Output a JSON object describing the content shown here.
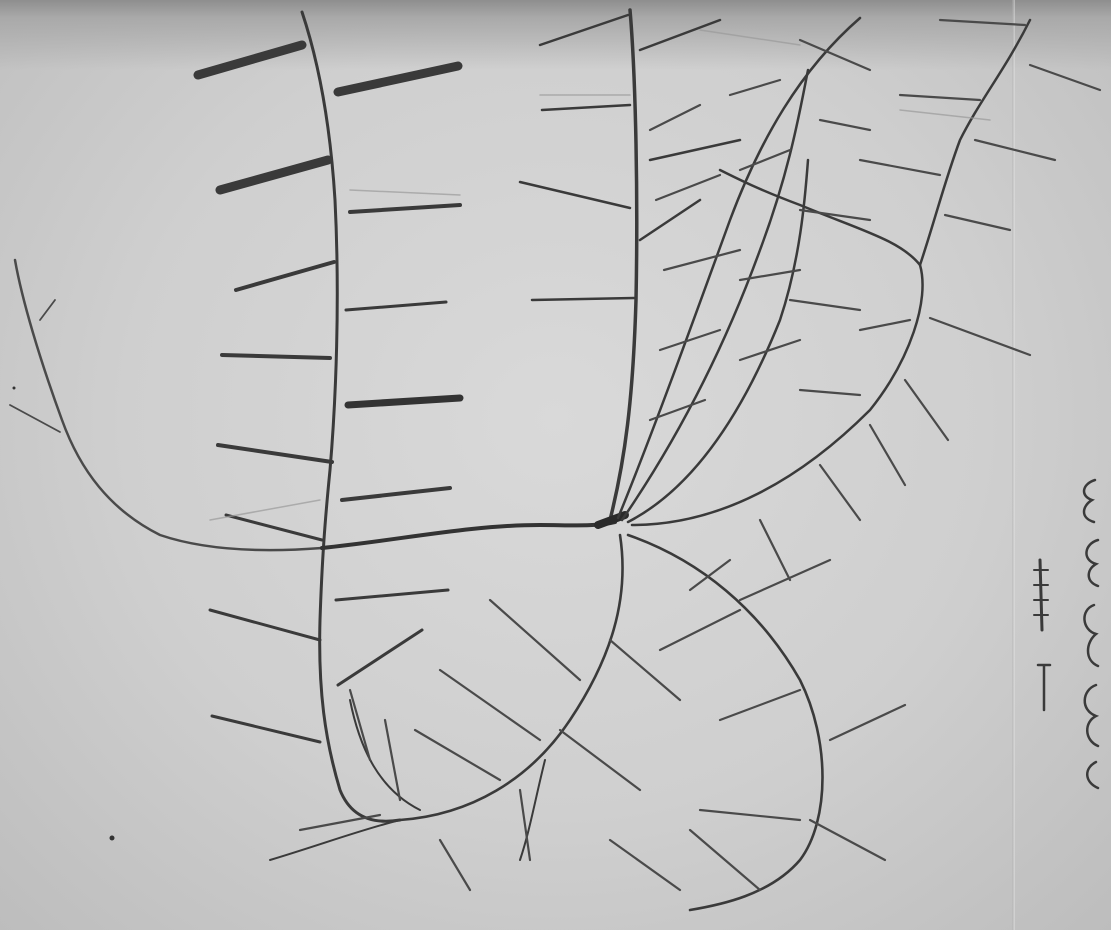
{
  "image": {
    "type": "pencil-sketch-photo",
    "subject": "branching-veins",
    "colors": {
      "paper": "#d4d4d4",
      "pencil": "#3d3d3d",
      "pencil_dark": "#2a2a2a",
      "pencil_faint": "#6f6f6f"
    }
  },
  "margin_annotation": {
    "legible": false,
    "orientation": "rotated-90"
  }
}
